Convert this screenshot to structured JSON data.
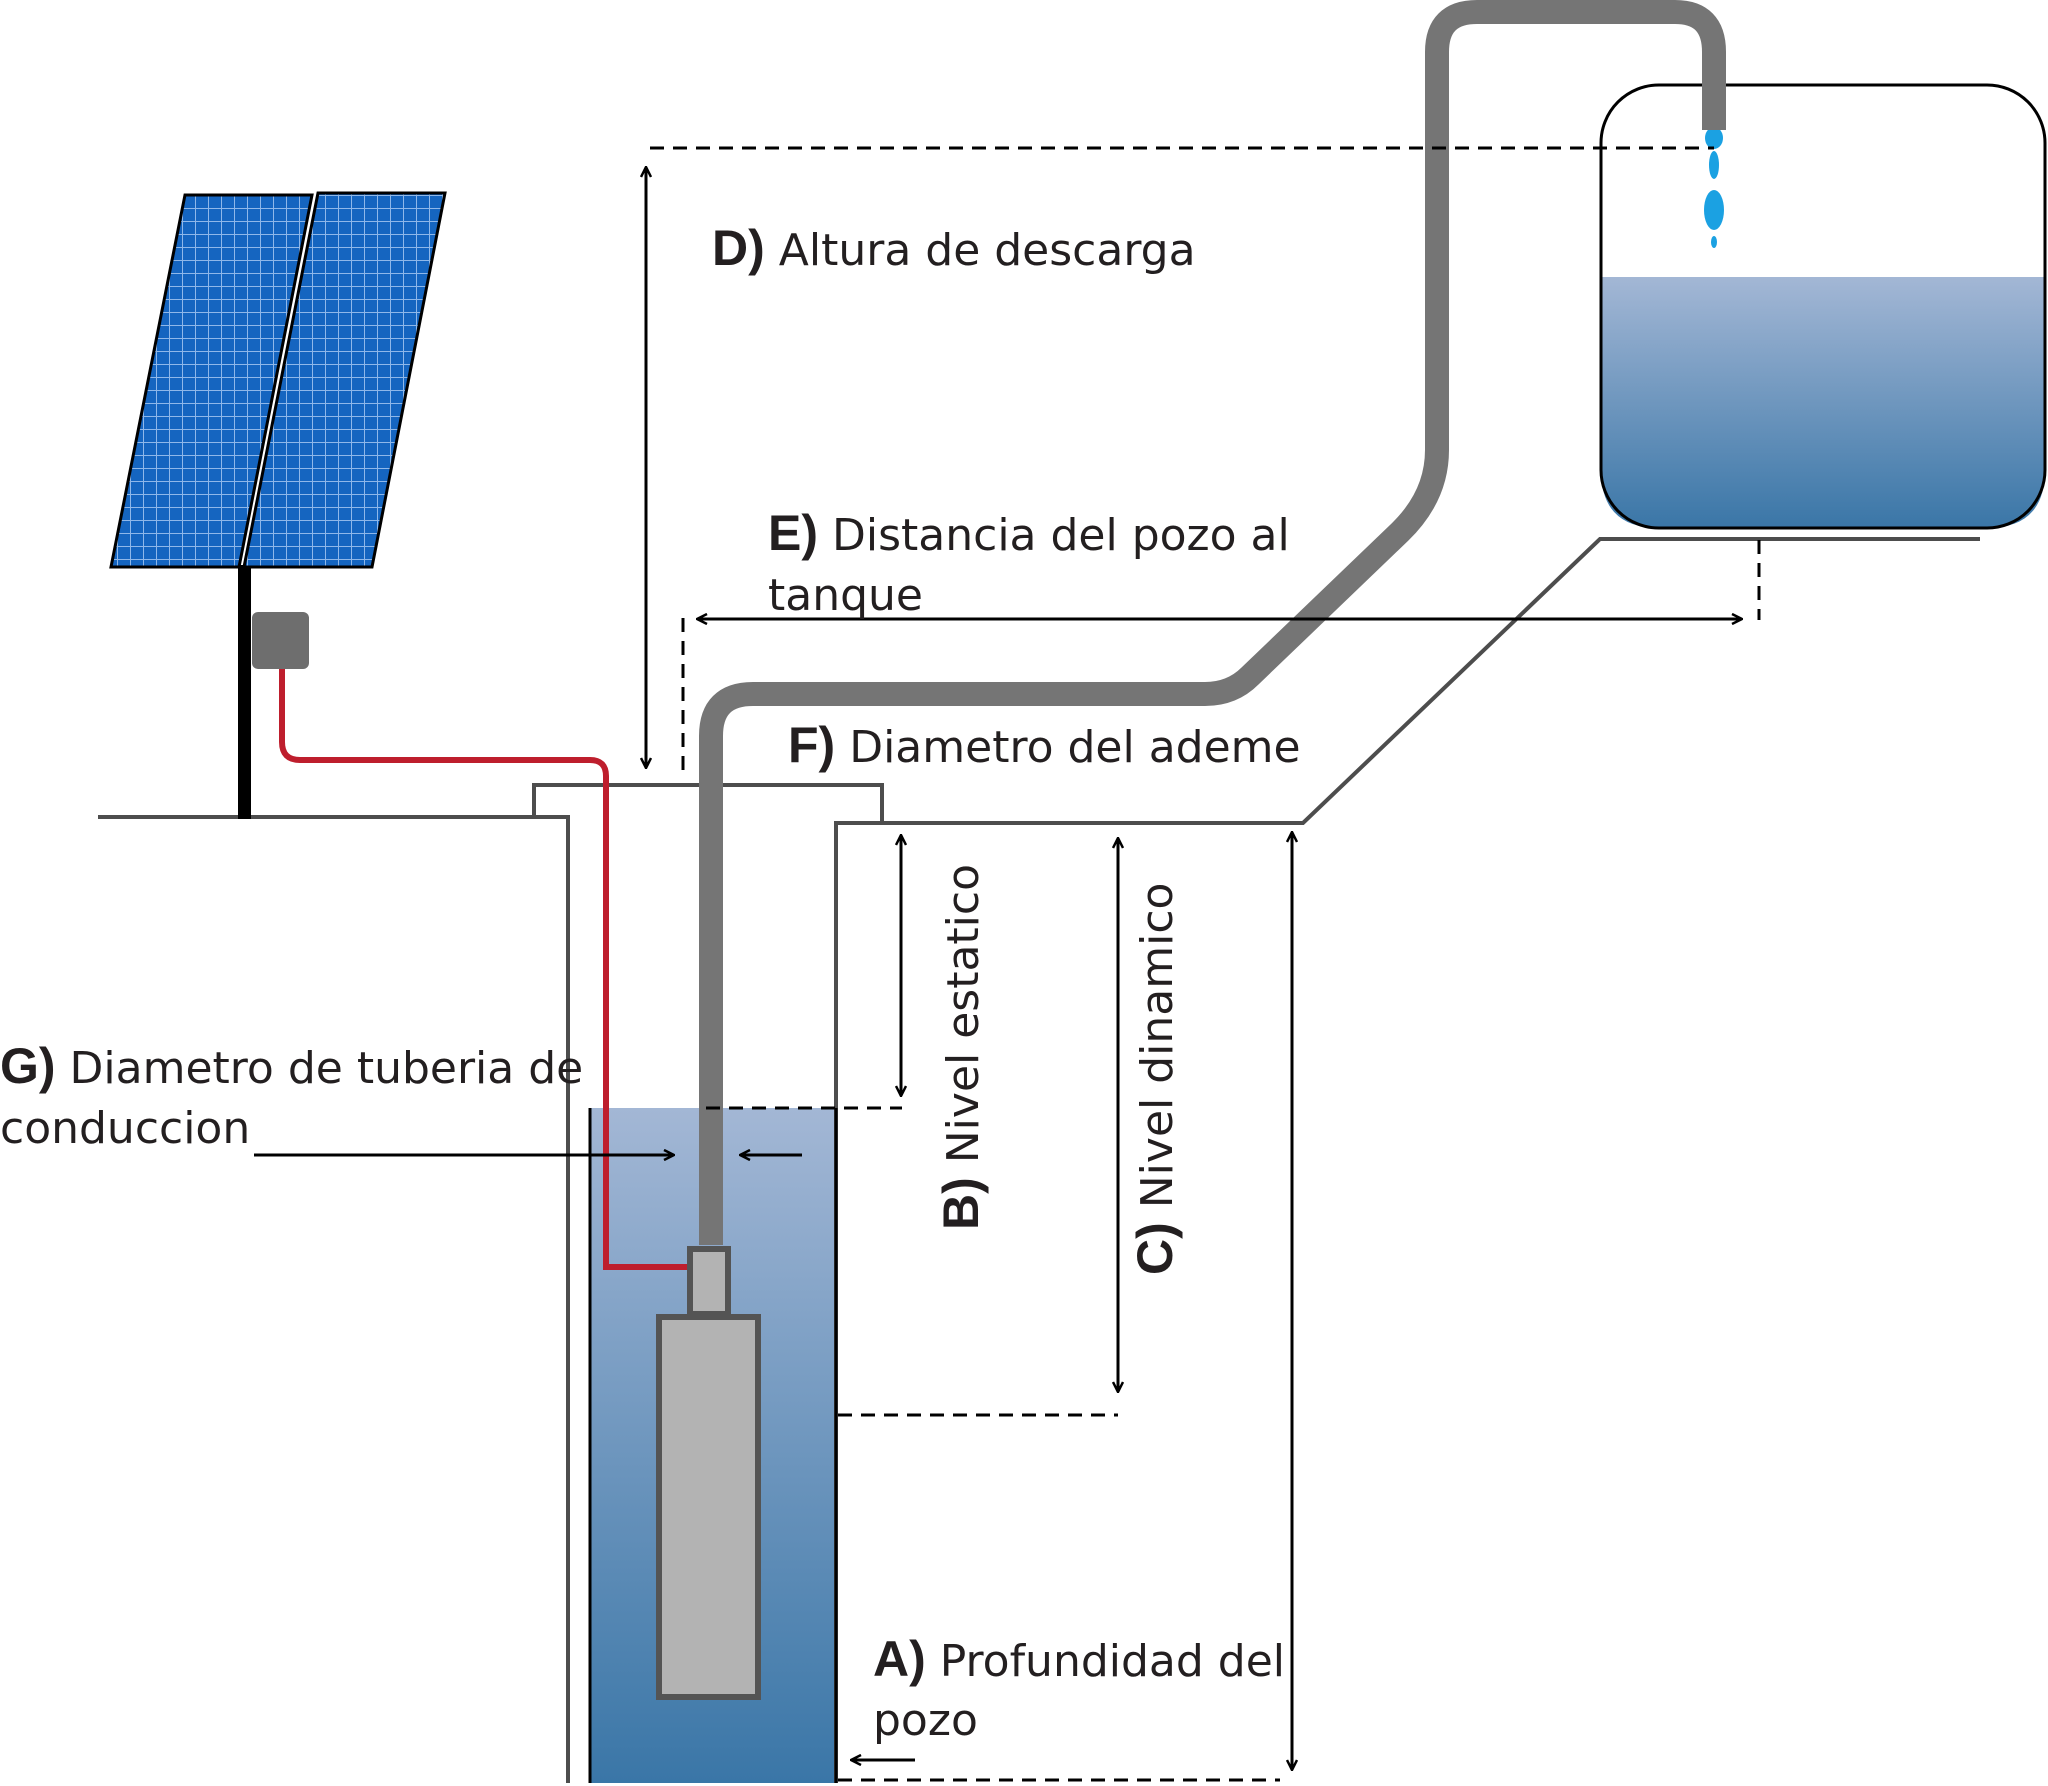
{
  "labels": {
    "a": {
      "letter": "A)",
      "line1": "Profundidad del",
      "line2": "pozo"
    },
    "b": {
      "letter": "B)",
      "text": "Nivel estatico"
    },
    "c": {
      "letter": "C)",
      "text": "Nivel dinamico"
    },
    "d": {
      "letter": "D)",
      "text": "Altura de descarga"
    },
    "e": {
      "letter": "E)",
      "line1": "Distancia del pozo al",
      "line2": "tanque"
    },
    "f": {
      "letter": "F)",
      "text": "Diametro del ademe"
    },
    "g": {
      "letter": "G)",
      "line1": "Diametro de tuberia de",
      "line2": "conduccion"
    }
  },
  "colors": {
    "pipe": "#757575",
    "cable": "#be1e2d",
    "panel": "#1565c0",
    "water_top": "#9fb4d3",
    "water_bottom": "#3a77a8",
    "pump": "#b3b3b3",
    "drops": "#1ba1e2"
  }
}
